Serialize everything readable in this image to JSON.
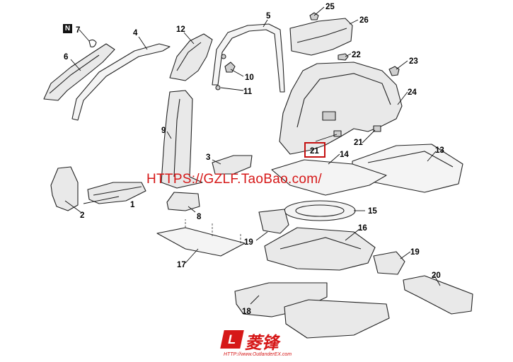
{
  "diagram": {
    "callouts": {
      "n1": "1",
      "n2": "2",
      "n3": "3",
      "n4": "4",
      "n5": "5",
      "n6": "6",
      "n7": "7",
      "n8": "8",
      "n9": "9",
      "n10": "10",
      "n11": "11",
      "n12": "12",
      "n13": "13",
      "n14": "14",
      "n15": "15",
      "n16": "16",
      "n17": "17",
      "n18": "18",
      "n19a": "19",
      "n19b": "19",
      "n20": "20",
      "n21a": "21",
      "n21b": "21",
      "n22": "22",
      "n23": "23",
      "n24": "24",
      "n25": "25",
      "n26": "26"
    },
    "badge": "N",
    "watermark": "HTTPS://GZLF.TaoBao.com/",
    "logo": {
      "mark": "L",
      "text": "菱锋",
      "url": "HTTP://www.OutlanderEX.com"
    },
    "colors": {
      "highlight": "#c41010",
      "watermark": "#d61818",
      "line": "#222222"
    }
  }
}
